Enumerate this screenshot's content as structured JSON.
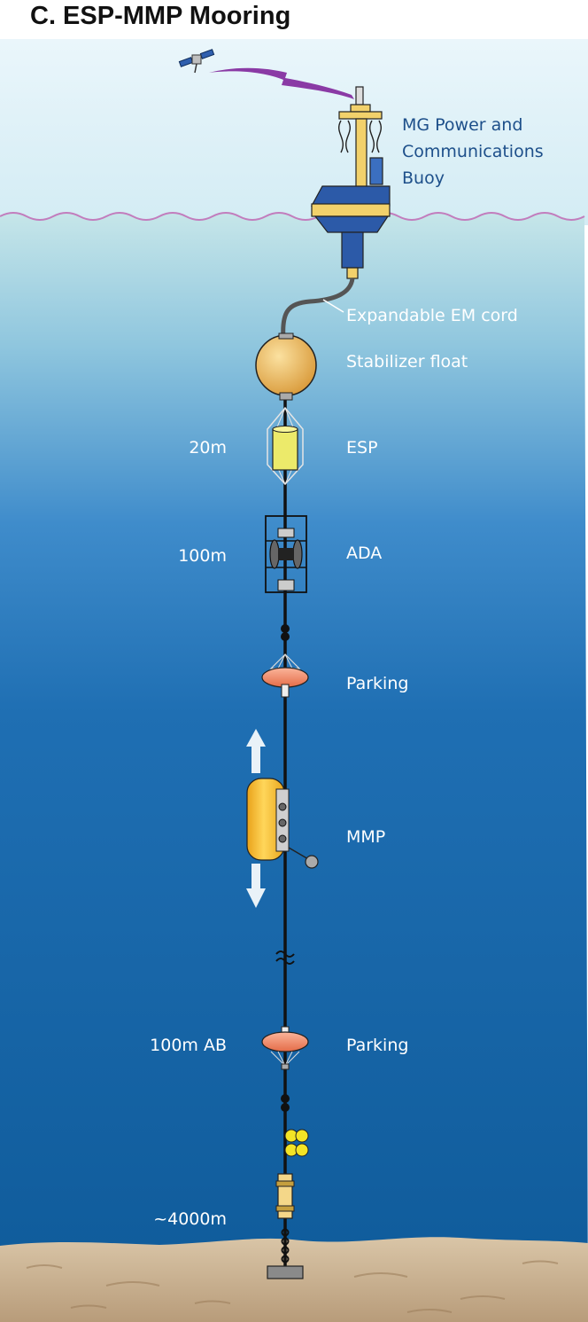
{
  "title": "C.  ESP-MMP Mooring",
  "labels": {
    "buoy_line1": "MG Power and",
    "buoy_line2": "Communications",
    "buoy_line3": "Buoy",
    "em_cord": "Expandable EM cord",
    "stabilizer": "Stabilizer float",
    "esp": "ESP",
    "ada": "ADA",
    "parking_upper": "Parking",
    "mmp": "MMP",
    "parking_lower": "Parking"
  },
  "depths": {
    "esp": "20m",
    "ada": "100m",
    "parking_lower": "100m AB",
    "bottom": "~4000m"
  },
  "colors": {
    "sky": "#d9eef6",
    "ocean_top": "#bfe2e8",
    "ocean_mid": "#2f7fbf",
    "ocean_deep": "#0f5b9c",
    "seafloor": "#cfb89a",
    "float": "#e8b456",
    "esp_canister": "#ecea6a",
    "parking_float": "#f08a6a",
    "mmp_body": "#f5c12c",
    "buoy_yellow": "#f2d16b",
    "buoy_blue": "#2c5aa8",
    "satellite_link": "#8a3aa5",
    "label_dark": "#1d4f8a"
  }
}
